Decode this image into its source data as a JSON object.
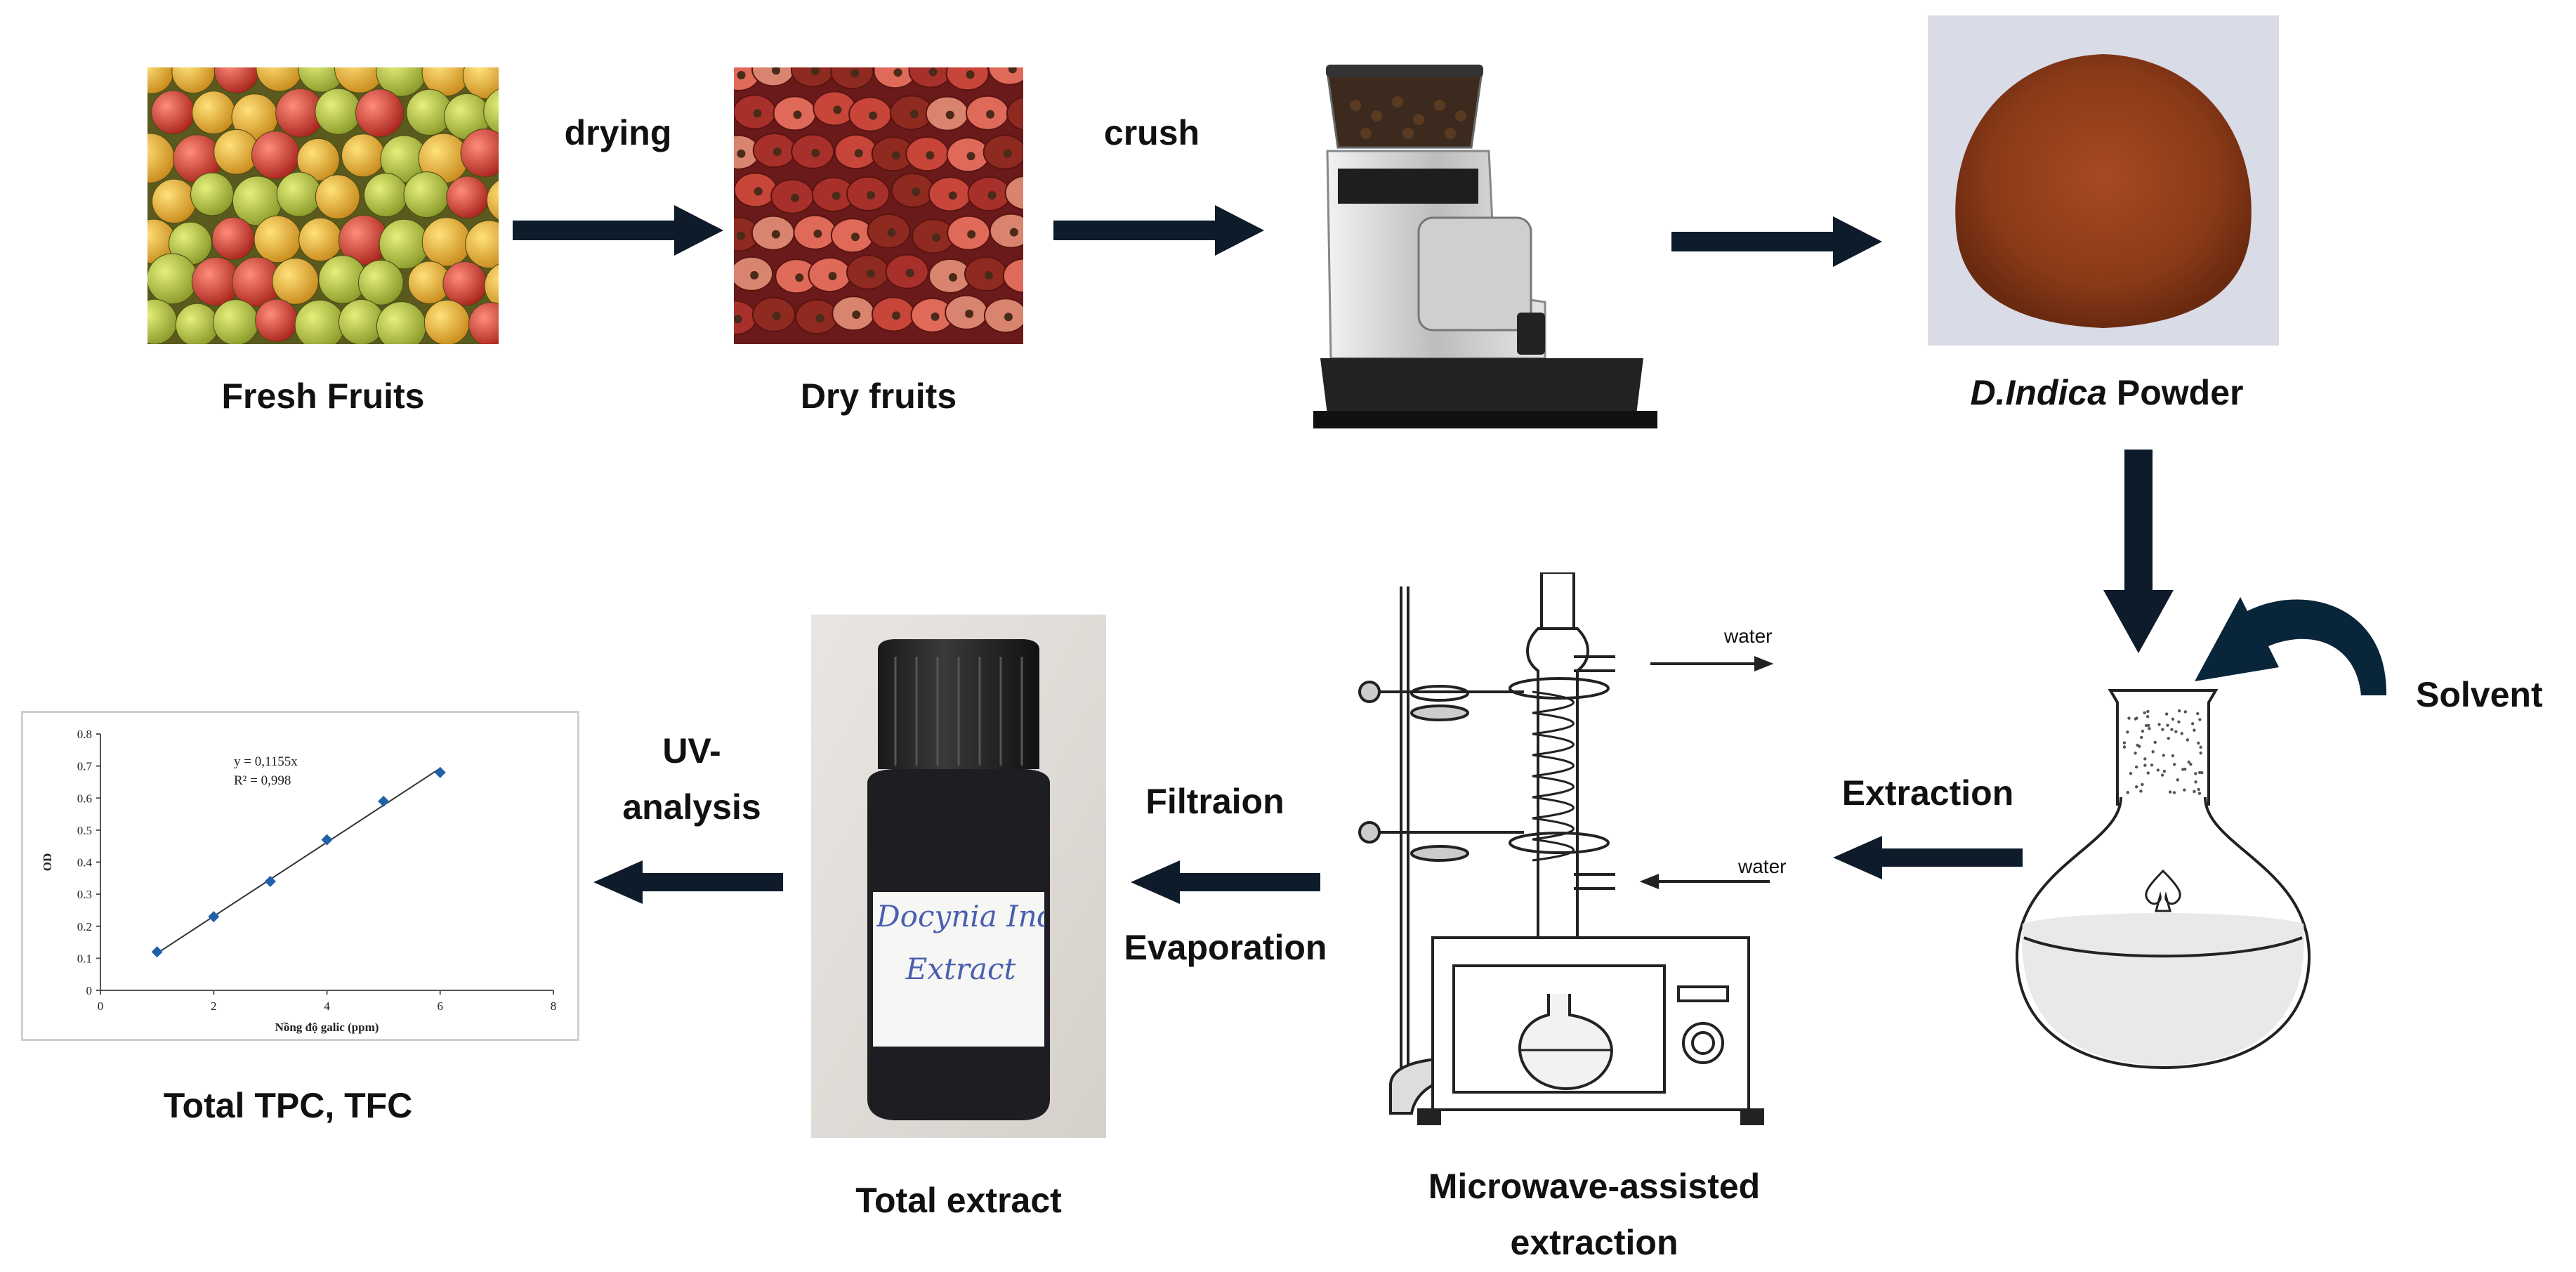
{
  "steps": {
    "fresh_fruits": "Fresh Fruits",
    "dry_fruits": "Dry fruits",
    "powder_italic": "D.Indica",
    "powder_rest": " Powder",
    "total_extract": "Total extract",
    "microwave_line1": "Microwave-assisted",
    "microwave_line2": "extraction",
    "total_tpc": "Total TPC, TFC"
  },
  "arrows": {
    "drying": "drying",
    "crush": "crush",
    "solvent": "Solvent",
    "extraction": "Extraction",
    "filtration": "Filtraion",
    "evaporation": "Evaporation",
    "uv_line1": "UV-",
    "uv_line2": "analysis"
  },
  "apparatus": {
    "water_top": "water",
    "water_bottom": "water"
  },
  "bottle_label": {
    "line1": "Docynia Indica",
    "line2": "Extract"
  },
  "colors": {
    "arrow_navy": "#0d1b2a",
    "arrow_dark_teal": "#08253a",
    "chart_marker": "#2060a8"
  },
  "chart_data": {
    "type": "scatter",
    "title": "",
    "equation": "y = 0,1155x",
    "r_squared": "R² = 0,998",
    "xlabel": "Nồng độ galic (ppm)",
    "ylabel": "OD",
    "xlim": [
      0,
      8
    ],
    "ylim": [
      0,
      0.8
    ],
    "x_ticks": [
      "0",
      "2",
      "4",
      "6",
      "8"
    ],
    "y_ticks": [
      "0",
      "0.1",
      "0.2",
      "0.3",
      "0.4",
      "0.5",
      "0.6",
      "0.7",
      "0.8"
    ],
    "x": [
      1,
      2,
      3,
      4,
      5,
      6
    ],
    "y": [
      0.12,
      0.23,
      0.34,
      0.47,
      0.59,
      0.68
    ],
    "trendline": "linear",
    "grid": false
  }
}
